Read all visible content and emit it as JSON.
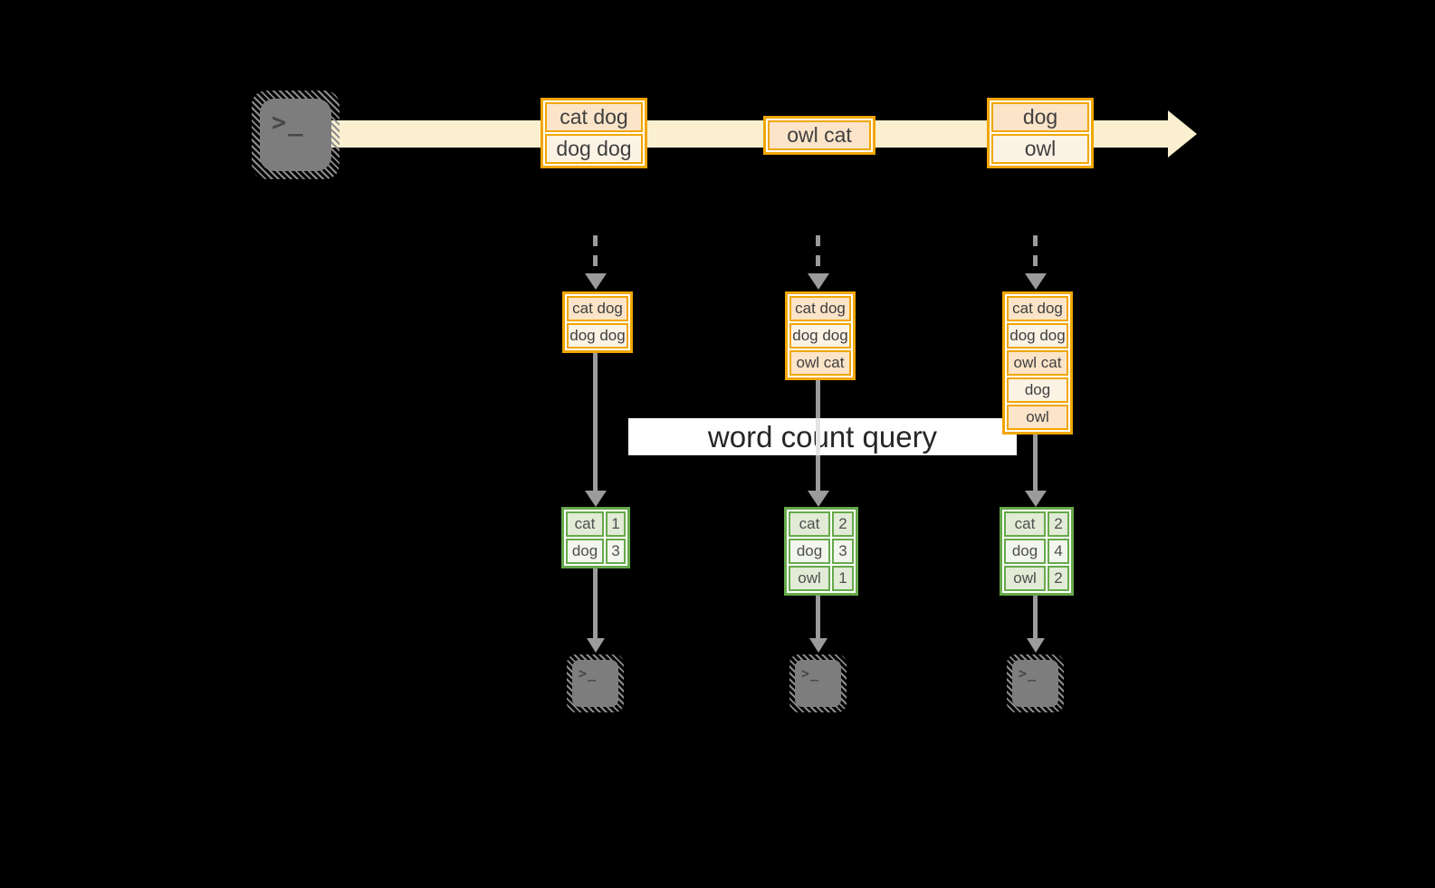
{
  "colors": {
    "background": "#000000",
    "stream_band": "#FAF0CF",
    "orange_border": "#F2A600",
    "peach_dark": "#FBE4C8",
    "peach_light": "#FDF3E5",
    "green_border": "#66A94B",
    "green_dark": "#E1EBD6",
    "green_light": "#F2F6ED",
    "arrow_gray": "#9B9B9B",
    "banner_bg": "#FFFFFF",
    "banner_text": "#262626",
    "terminal_fill": "#7D7D7D",
    "glyph_color": "#474747"
  },
  "source_terminal": {
    "glyph": ">_"
  },
  "stream": {
    "batches": [
      {
        "lines": [
          "cat dog",
          "dog dog"
        ]
      },
      {
        "lines": [
          "owl cat"
        ]
      },
      {
        "lines": [
          "dog",
          "owl"
        ]
      }
    ]
  },
  "query_banner": {
    "label": "word count query"
  },
  "columns": [
    {
      "input": [
        "cat dog",
        "dog dog"
      ],
      "counts": [
        [
          "cat",
          "1"
        ],
        [
          "dog",
          "3"
        ]
      ],
      "terminal_glyph": ">_"
    },
    {
      "input": [
        "cat dog",
        "dog dog",
        "owl cat"
      ],
      "counts": [
        [
          "cat",
          "2"
        ],
        [
          "dog",
          "3"
        ],
        [
          "owl",
          "1"
        ]
      ],
      "terminal_glyph": ">_"
    },
    {
      "input": [
        "cat dog",
        "dog dog",
        "owl cat",
        "dog",
        "owl"
      ],
      "counts": [
        [
          "cat",
          "2"
        ],
        [
          "dog",
          "4"
        ],
        [
          "owl",
          "2"
        ]
      ],
      "terminal_glyph": ">_"
    }
  ]
}
